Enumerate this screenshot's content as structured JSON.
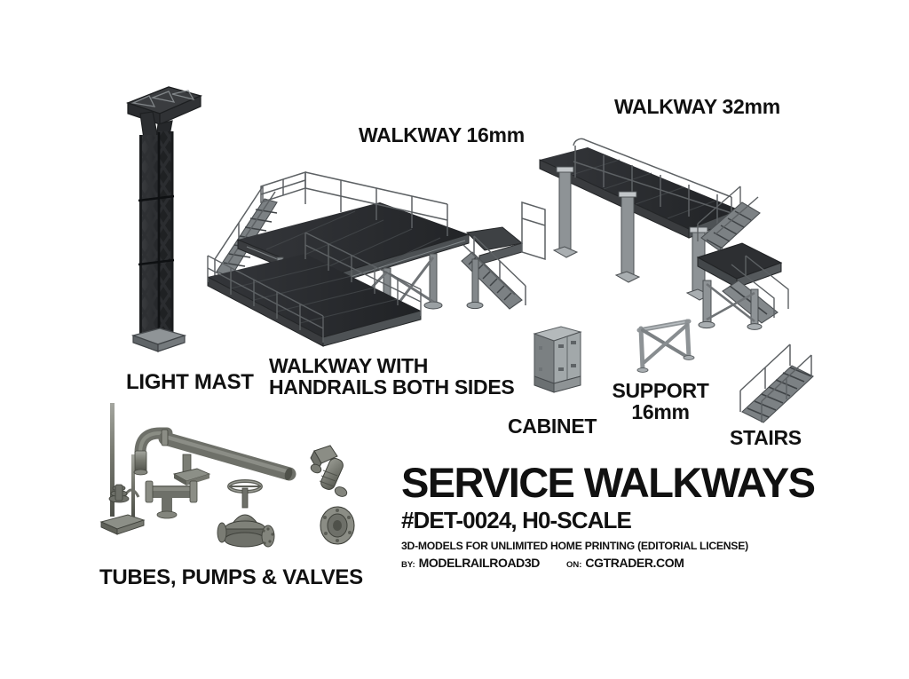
{
  "page": {
    "background": "#ffffff",
    "ink": "#111111"
  },
  "title_block": {
    "title": "SERVICE WALKWAYS",
    "sku": "#DET-0024, H0-SCALE",
    "tagline": "3D-MODELS FOR UNLIMITED HOME PRINTING (EDITORIAL LICENSE)",
    "by_key": "BY:",
    "by_value": "MODELRAILROAD3D",
    "on_key": "ON:",
    "on_value": "CGTRADER.COM"
  },
  "labels": {
    "light_mast": "LIGHT MAST",
    "walkway_16": "WALKWAY 16mm",
    "walkway_32": "WALKWAY 32mm",
    "walkway_handrails": "WALKWAY WITH\nHANDRAILS BOTH SIDES",
    "cabinet": "CABINET",
    "support_16": "SUPPORT\n16mm",
    "stairs": "STAIRS",
    "tubes_pumps_valves": "TUBES, PUMPS & VALVES"
  },
  "palette": {
    "deck_dark": "#2b2c2e",
    "deck_edge": "#3a3c3f",
    "beam_mid": "#6f7376",
    "beam_light": "#9fa4a7",
    "rail_line": "#5d6164",
    "metal_light": "#b9bdc0",
    "metal_mid": "#8b9093",
    "metal_dark": "#53575a",
    "mast_dark": "#2e3033",
    "pipe_mid": "#6b6d68",
    "pipe_light": "#9a9c96",
    "cabinet_face": "#9aa0a2",
    "cabinet_side": "#6e7476"
  },
  "items": [
    {
      "name": "light-mast",
      "label_key": "light_mast"
    },
    {
      "name": "walkway-16mm",
      "label_key": "walkway_16"
    },
    {
      "name": "walkway-32mm",
      "label_key": "walkway_32"
    },
    {
      "name": "walkway-handrails",
      "label_key": "walkway_handrails"
    },
    {
      "name": "cabinet",
      "label_key": "cabinet"
    },
    {
      "name": "support-16mm",
      "label_key": "support_16"
    },
    {
      "name": "stairs",
      "label_key": "stairs"
    },
    {
      "name": "tubes-pumps-valves",
      "label_key": "tubes_pumps_valves"
    }
  ]
}
